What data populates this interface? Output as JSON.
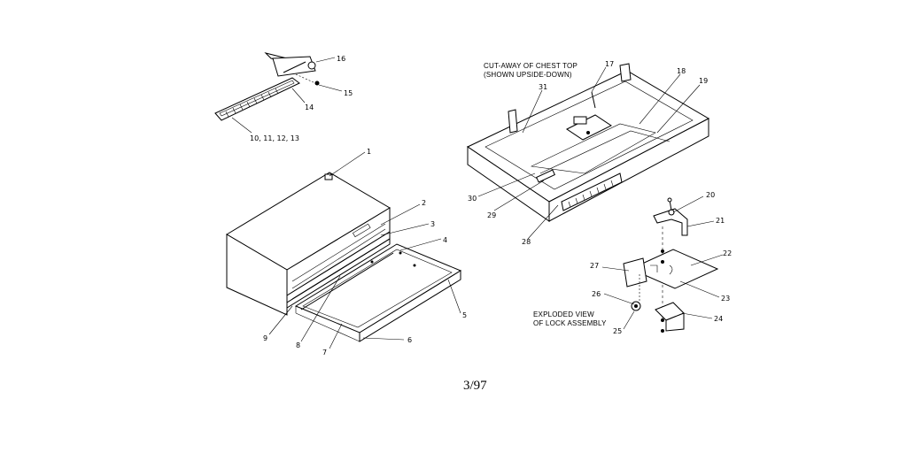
{
  "captions": {
    "chest_top": [
      "CUT-AWAY OF CHEST TOP",
      "(SHOWN UPSIDE-DOWN)"
    ],
    "lock_assembly": [
      "EXPLODED VIEW",
      "OF LOCK ASSEMBLY"
    ]
  },
  "page_number": "3/97",
  "labels": [
    "1",
    "2",
    "3",
    "4",
    "5",
    "6",
    "7",
    "8",
    "9",
    "10, 11, 12, 13",
    "14",
    "15",
    "16",
    "17",
    "18",
    "19",
    "20",
    "21",
    "22",
    "23",
    "24",
    "25",
    "26",
    "27",
    "28",
    "29",
    "30",
    "31"
  ],
  "colors": {
    "ink": "#000000",
    "paper": "#ffffff"
  }
}
